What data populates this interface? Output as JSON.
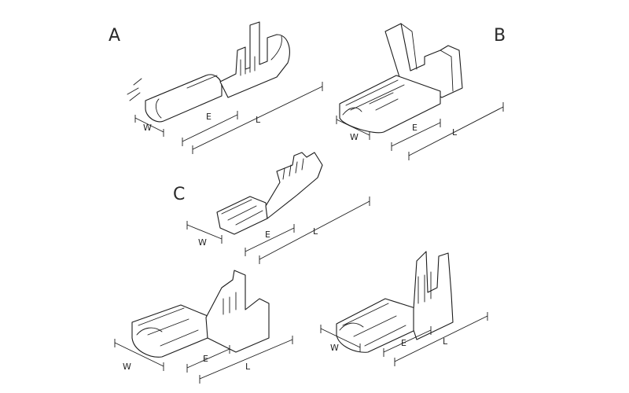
{
  "labels": {
    "a": "A",
    "b": "B",
    "c": "C"
  },
  "dimensions": {
    "width": "W",
    "barrel": "E",
    "length": "L"
  }
}
